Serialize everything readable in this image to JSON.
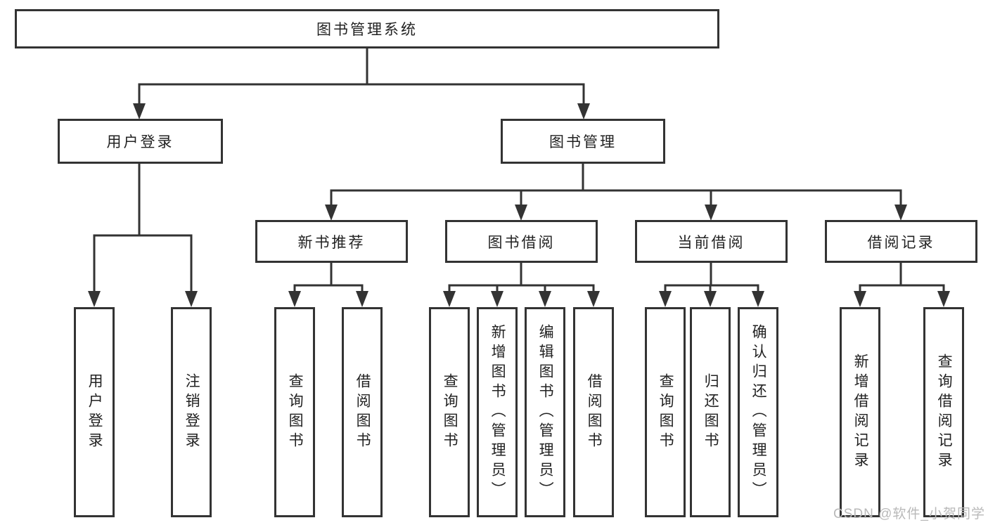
{
  "tree": {
    "root": "图书管理系统",
    "level2": [
      {
        "label": "用户登录"
      },
      {
        "label": "图书管理"
      }
    ],
    "level3": [
      {
        "label": "新书推荐"
      },
      {
        "label": "图书借阅"
      },
      {
        "label": "当前借阅"
      },
      {
        "label": "借阅记录"
      }
    ],
    "leaves": {
      "user_login": [
        "用户登录",
        "注销登录"
      ],
      "new_book_recommend": [
        "查询图书",
        "借阅图书"
      ],
      "book_borrowing": [
        "查询图书",
        "新增图书（管理员）",
        "编辑图书（管理员）",
        "借阅图书"
      ],
      "current_borrowing": [
        "查询图书",
        "归还图书",
        "确认归还（管理员）"
      ],
      "borrowing_records": [
        "新增借阅记录",
        "查询借阅记录"
      ]
    }
  },
  "watermark": "CSDN @软件_小贺同学",
  "colors": {
    "line": "#333333",
    "text": "#222222",
    "watermark": "#b9b9b9",
    "background": "#ffffff"
  }
}
